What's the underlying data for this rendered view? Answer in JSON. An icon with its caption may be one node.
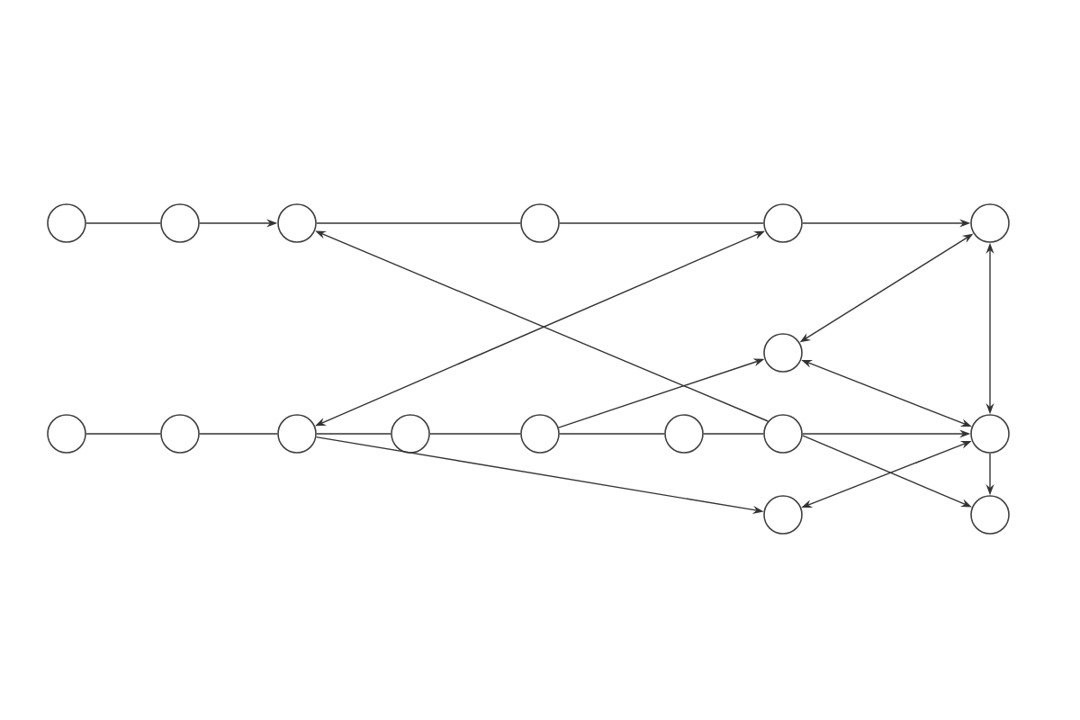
{
  "diagram": {
    "nodes": [
      {
        "text": [],
        "shape": "circle"
      },
      {
        "text": [],
        "shape": "circle"
      },
      {
        "text": [],
        "shape": "circle"
      },
      {
        "text": [],
        "shape": "circle"
      },
      {
        "text": [],
        "shape": "circle"
      },
      {
        "text": [],
        "shape": "circle"
      },
      {
        "text": [],
        "shape": "circle"
      },
      {
        "text": [],
        "shape": "circle"
      },
      {
        "text": [],
        "shape": "circle"
      },
      {
        "text": [],
        "shape": "circle"
      },
      {
        "text": [],
        "shape": "circle"
      },
      {
        "text": [],
        "shape": "circle"
      },
      {
        "text": [],
        "shape": "circle"
      },
      {
        "text": [],
        "shape": "circle"
      },
      {
        "text": [],
        "shape": "circle"
      },
      {
        "text": [],
        "shape": "circle"
      },
      {
        "text": [],
        "shape": "circle"
      }
    ],
    "edges": [
      {
        "from": 0,
        "to": 1,
        "arrow": "none"
      },
      {
        "from": 1,
        "to": 2,
        "arrow": "to"
      },
      {
        "from": 2,
        "to": 3,
        "arrow": "none"
      },
      {
        "from": 3,
        "to": 4,
        "arrow": "none"
      },
      {
        "from": 4,
        "to": 5,
        "arrow": "to"
      },
      {
        "from": 7,
        "to": 8,
        "arrow": "none"
      },
      {
        "from": 8,
        "to": 9,
        "arrow": "none"
      },
      {
        "from": 9,
        "to": 10,
        "arrow": "none"
      },
      {
        "from": 10,
        "to": 11,
        "arrow": "none"
      },
      {
        "from": 11,
        "to": 12,
        "arrow": "none"
      },
      {
        "from": 12,
        "to": 13,
        "arrow": "none"
      },
      {
        "from": 13,
        "to": 14,
        "arrow": "to"
      },
      {
        "from": 13,
        "to": 2,
        "arrow": "to"
      },
      {
        "from": 13,
        "to": 16,
        "arrow": "to"
      },
      {
        "from": 9,
        "to": 4,
        "arrow": "both"
      },
      {
        "from": 11,
        "to": 6,
        "arrow": "to"
      },
      {
        "from": 6,
        "to": 5,
        "arrow": "both"
      },
      {
        "from": 6,
        "to": 14,
        "arrow": "both"
      },
      {
        "from": 5,
        "to": 14,
        "arrow": "both"
      },
      {
        "from": 14,
        "to": 16,
        "arrow": "to"
      },
      {
        "from": 15,
        "to": 14,
        "arrow": "both"
      },
      {
        "from": 9,
        "to": 15,
        "arrow": "to"
      }
    ]
  }
}
